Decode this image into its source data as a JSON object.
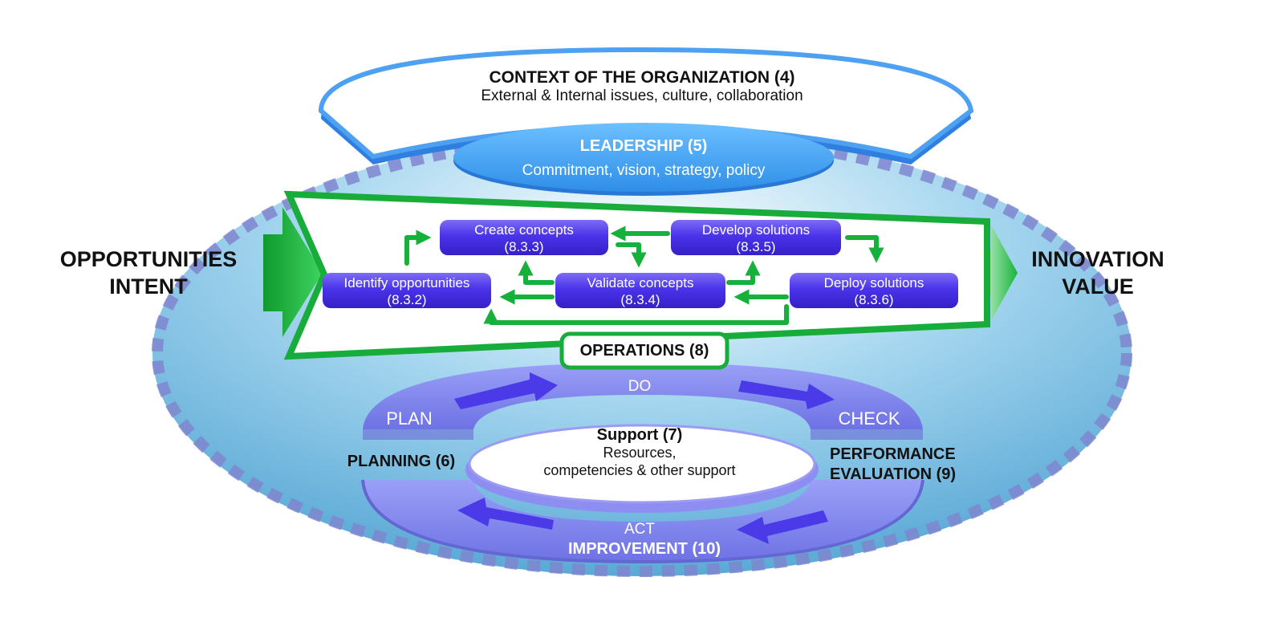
{
  "context": {
    "title": "CONTEXT OF THE ORGANIZATION (4)",
    "subtitle": "External & Internal issues, culture, collaboration"
  },
  "leadership": {
    "title": "LEADERSHIP (5)",
    "subtitle": "Commitment, vision, strategy, policy"
  },
  "left_label": {
    "line1": "OPPORTUNITIES",
    "line2": "INTENT"
  },
  "right_label": {
    "line1": "INNOVATION",
    "line2": "VALUE"
  },
  "processes": [
    {
      "name": "Create concepts",
      "code": "(8.3.3)"
    },
    {
      "name": "Develop solutions",
      "code": "(8.3.5)"
    },
    {
      "name": "Identify opportunities",
      "code": "(8.3.2)"
    },
    {
      "name": "Validate concepts",
      "code": "(8.3.4)"
    },
    {
      "name": "Deploy solutions",
      "code": "(8.3.6)"
    }
  ],
  "operations": {
    "label": "OPERATIONS (8)"
  },
  "cycle": {
    "do": "DO",
    "plan": "PLAN",
    "check": "CHECK",
    "act": "ACT"
  },
  "planning": {
    "label": "PLANNING (6)"
  },
  "performance": {
    "line1": "PERFORMANCE",
    "line2": "EVALUATION (9)"
  },
  "improvement": {
    "label": "IMPROVEMENT (10)"
  },
  "support": {
    "title": "Support (7)",
    "line1": "Resources,",
    "line2": "competencies & other support"
  },
  "colors": {
    "outer_fill": "#6fb7df",
    "outer_dash": "#7f86cf",
    "context_stroke": "#3c8fe6",
    "leadership_fill": "#4aa6f0",
    "operations_green": "#1aaa3a",
    "process_fill": "#4b32e6",
    "cycle_fill": "#7f7ff0",
    "cycle_arrow": "#4a3ae8"
  }
}
